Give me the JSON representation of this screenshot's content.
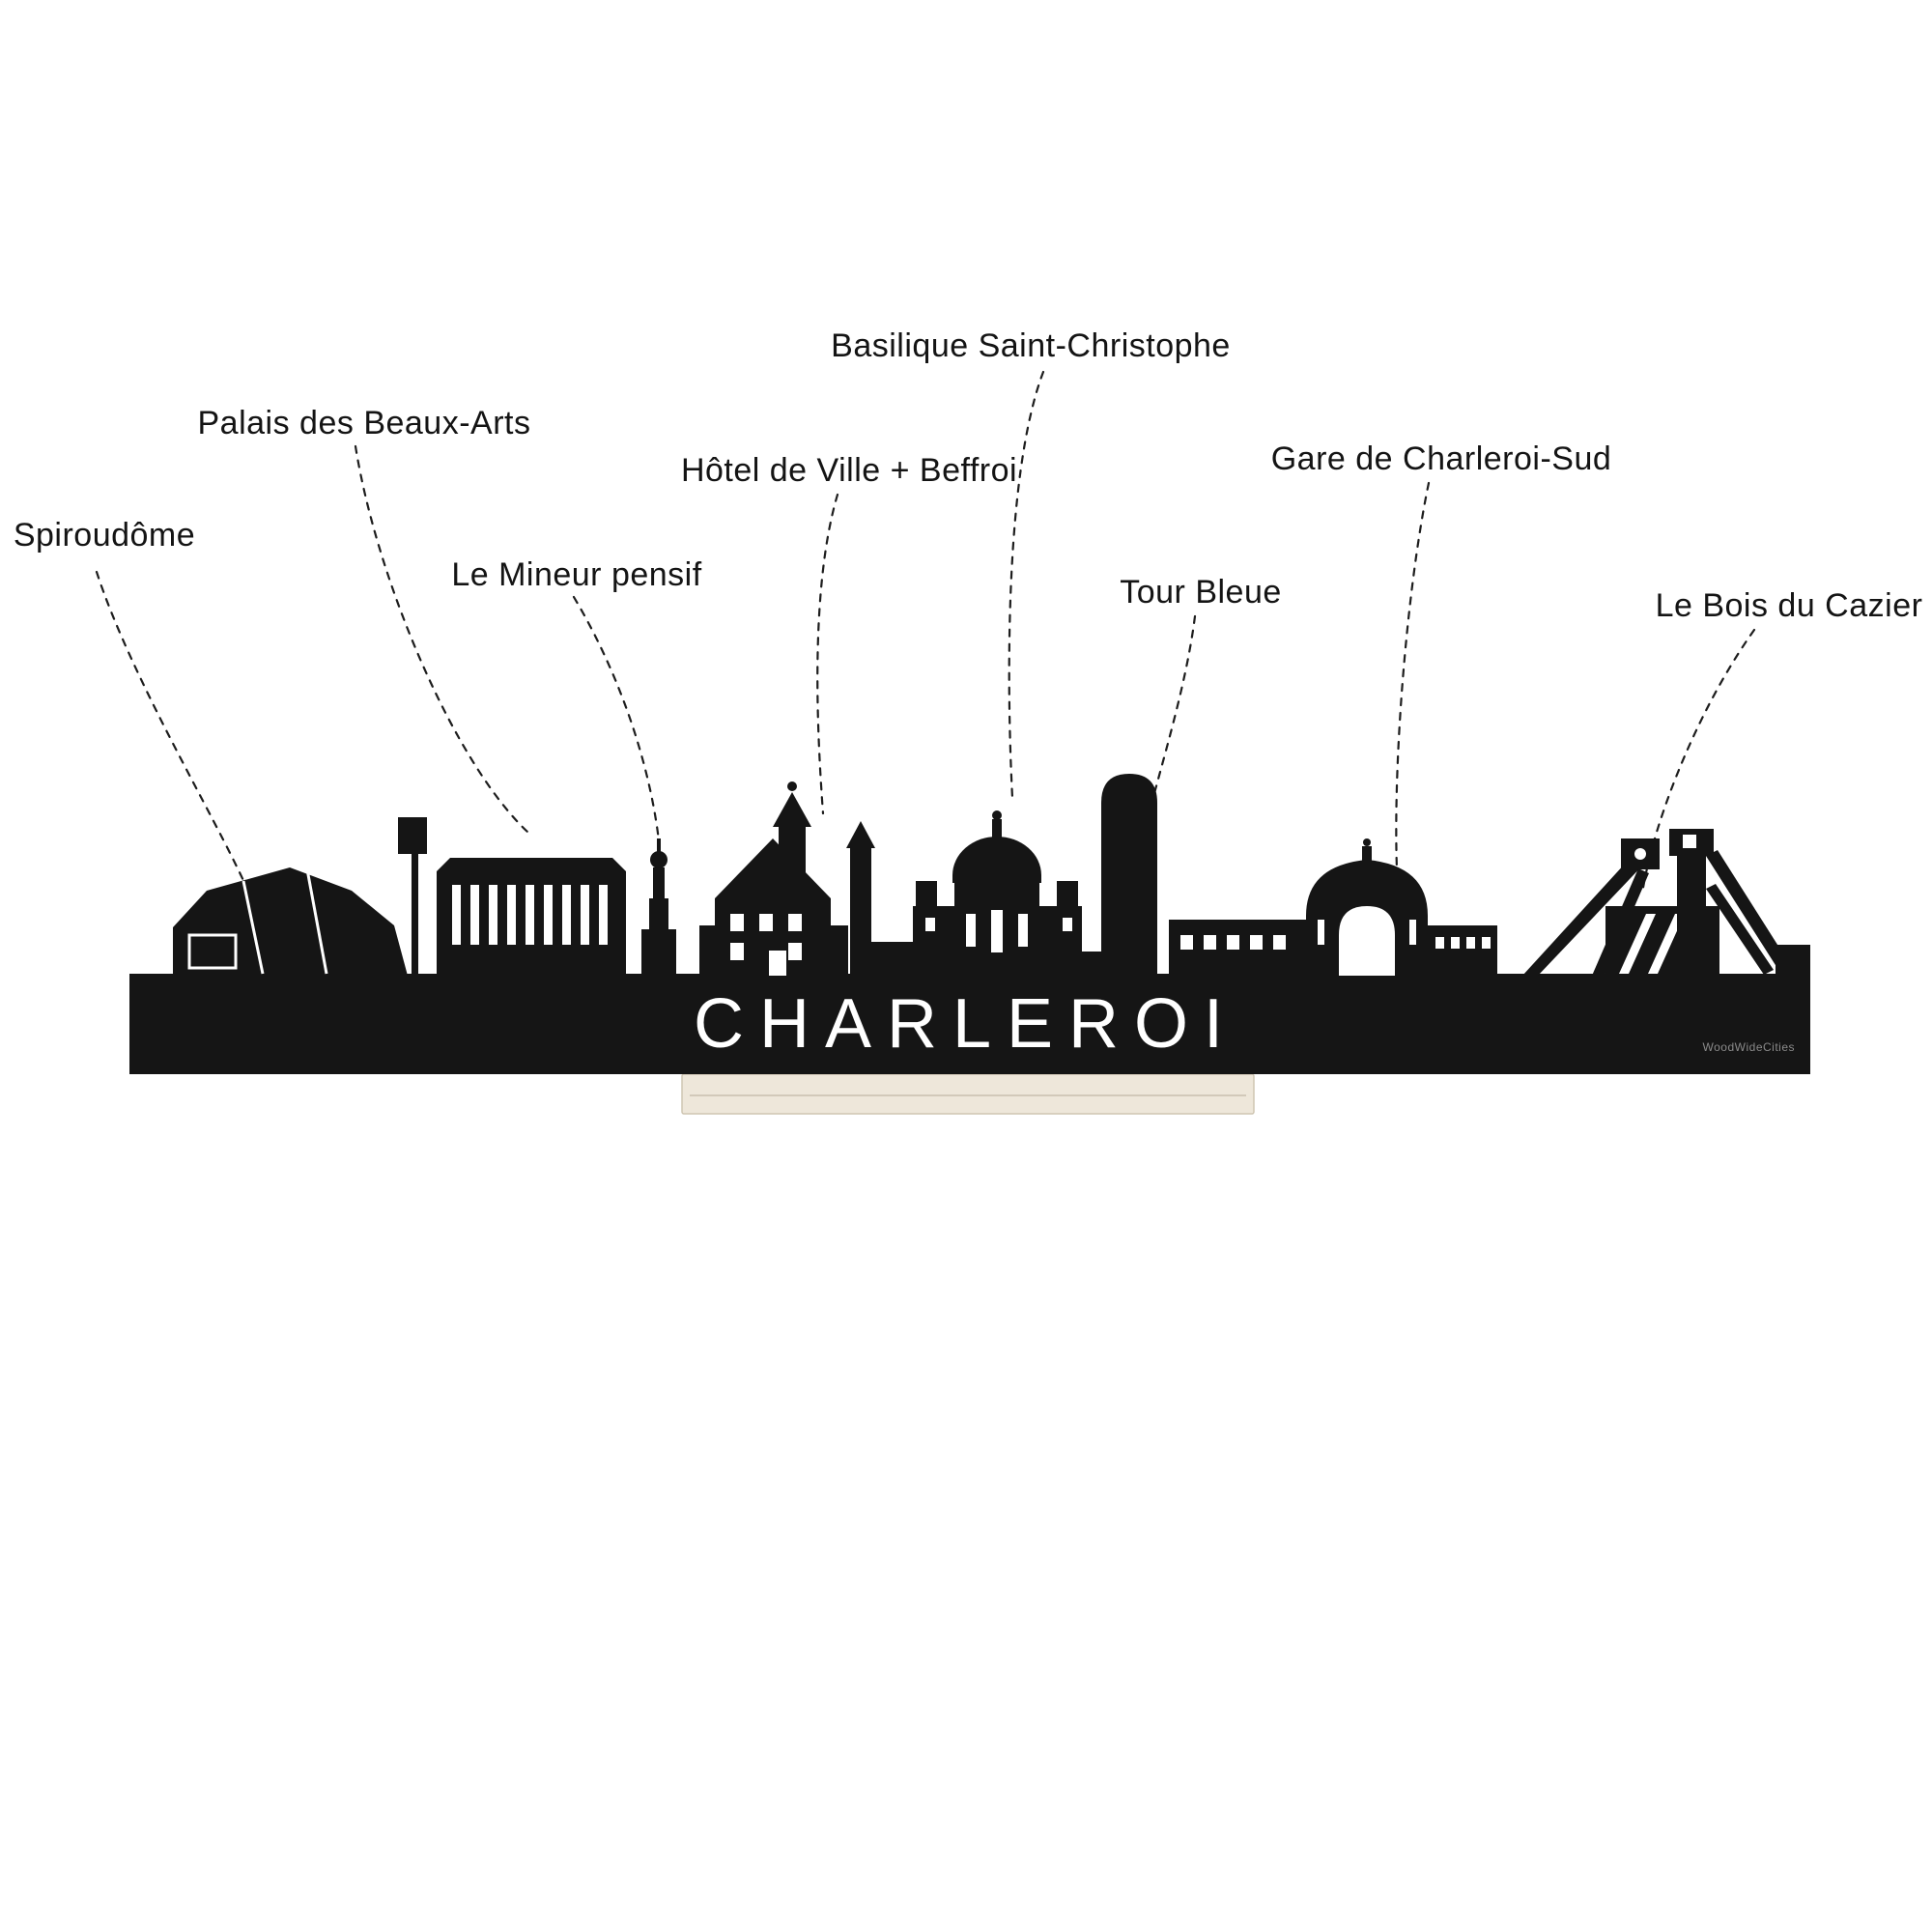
{
  "page": {
    "background_color": "#ffffff"
  },
  "labels": [
    {
      "id": "spiroudome",
      "text": "Spiroudôme"
    },
    {
      "id": "palais-des-beaux-arts",
      "text": "Palais des Beaux-Arts"
    },
    {
      "id": "le-mineur-pensif",
      "text": "Le Mineur pensif"
    },
    {
      "id": "hotel-de-ville-beffroi",
      "text": "Hôtel de Ville + Beffroi"
    },
    {
      "id": "basilique-saint-christophe",
      "text": "Basilique Saint-Christophe"
    },
    {
      "id": "tour-bleue",
      "text": "Tour Bleue"
    },
    {
      "id": "gare-de-charleroi-sud",
      "text": "Gare de Charleroi-Sud"
    },
    {
      "id": "le-bois-du-cazier",
      "text": "Le Bois du Cazier"
    }
  ],
  "skyline": {
    "title": "CHARLEROI",
    "watermark": "WoodWideCities",
    "silhouette_color": "#151515",
    "stand_color": "#eee7da"
  }
}
